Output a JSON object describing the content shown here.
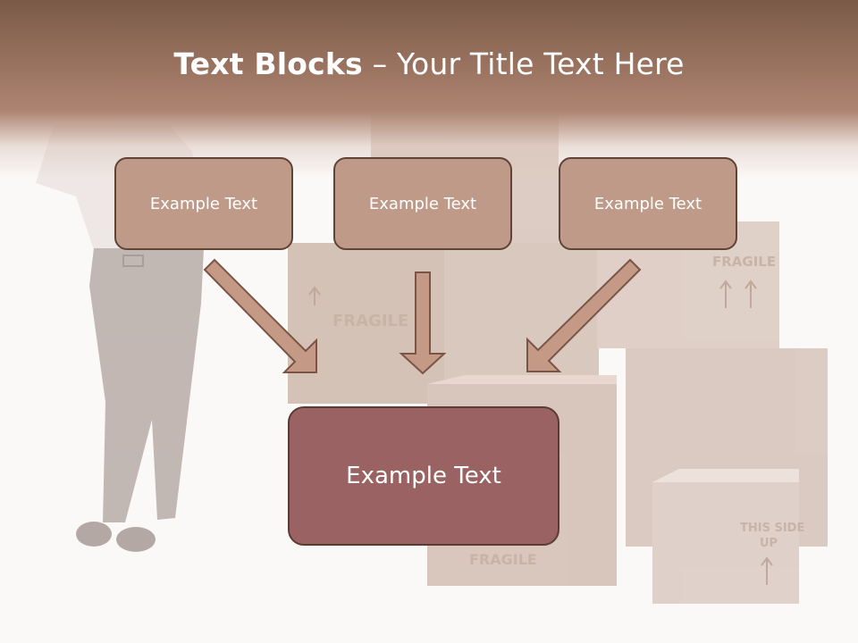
{
  "title": {
    "bold": "Text Blocks",
    "dash": " – ",
    "rest": "Your Title Text Here"
  },
  "blocks": {
    "left": "Example Text",
    "center": "Example Text",
    "right": "Example Text",
    "main": "Example Text"
  },
  "background": {
    "box_labels": [
      "FRAGILE",
      "FRAGILE",
      "FRAGILE",
      "THIS SIDE",
      "UP"
    ]
  },
  "colors": {
    "header": "#9c7562",
    "small_block_fill": "#bf9a88",
    "small_block_border": "#5e4436",
    "main_block_fill": "#9a6262",
    "arrow_fill": "#c49a86",
    "arrow_stroke": "#7a5444"
  }
}
